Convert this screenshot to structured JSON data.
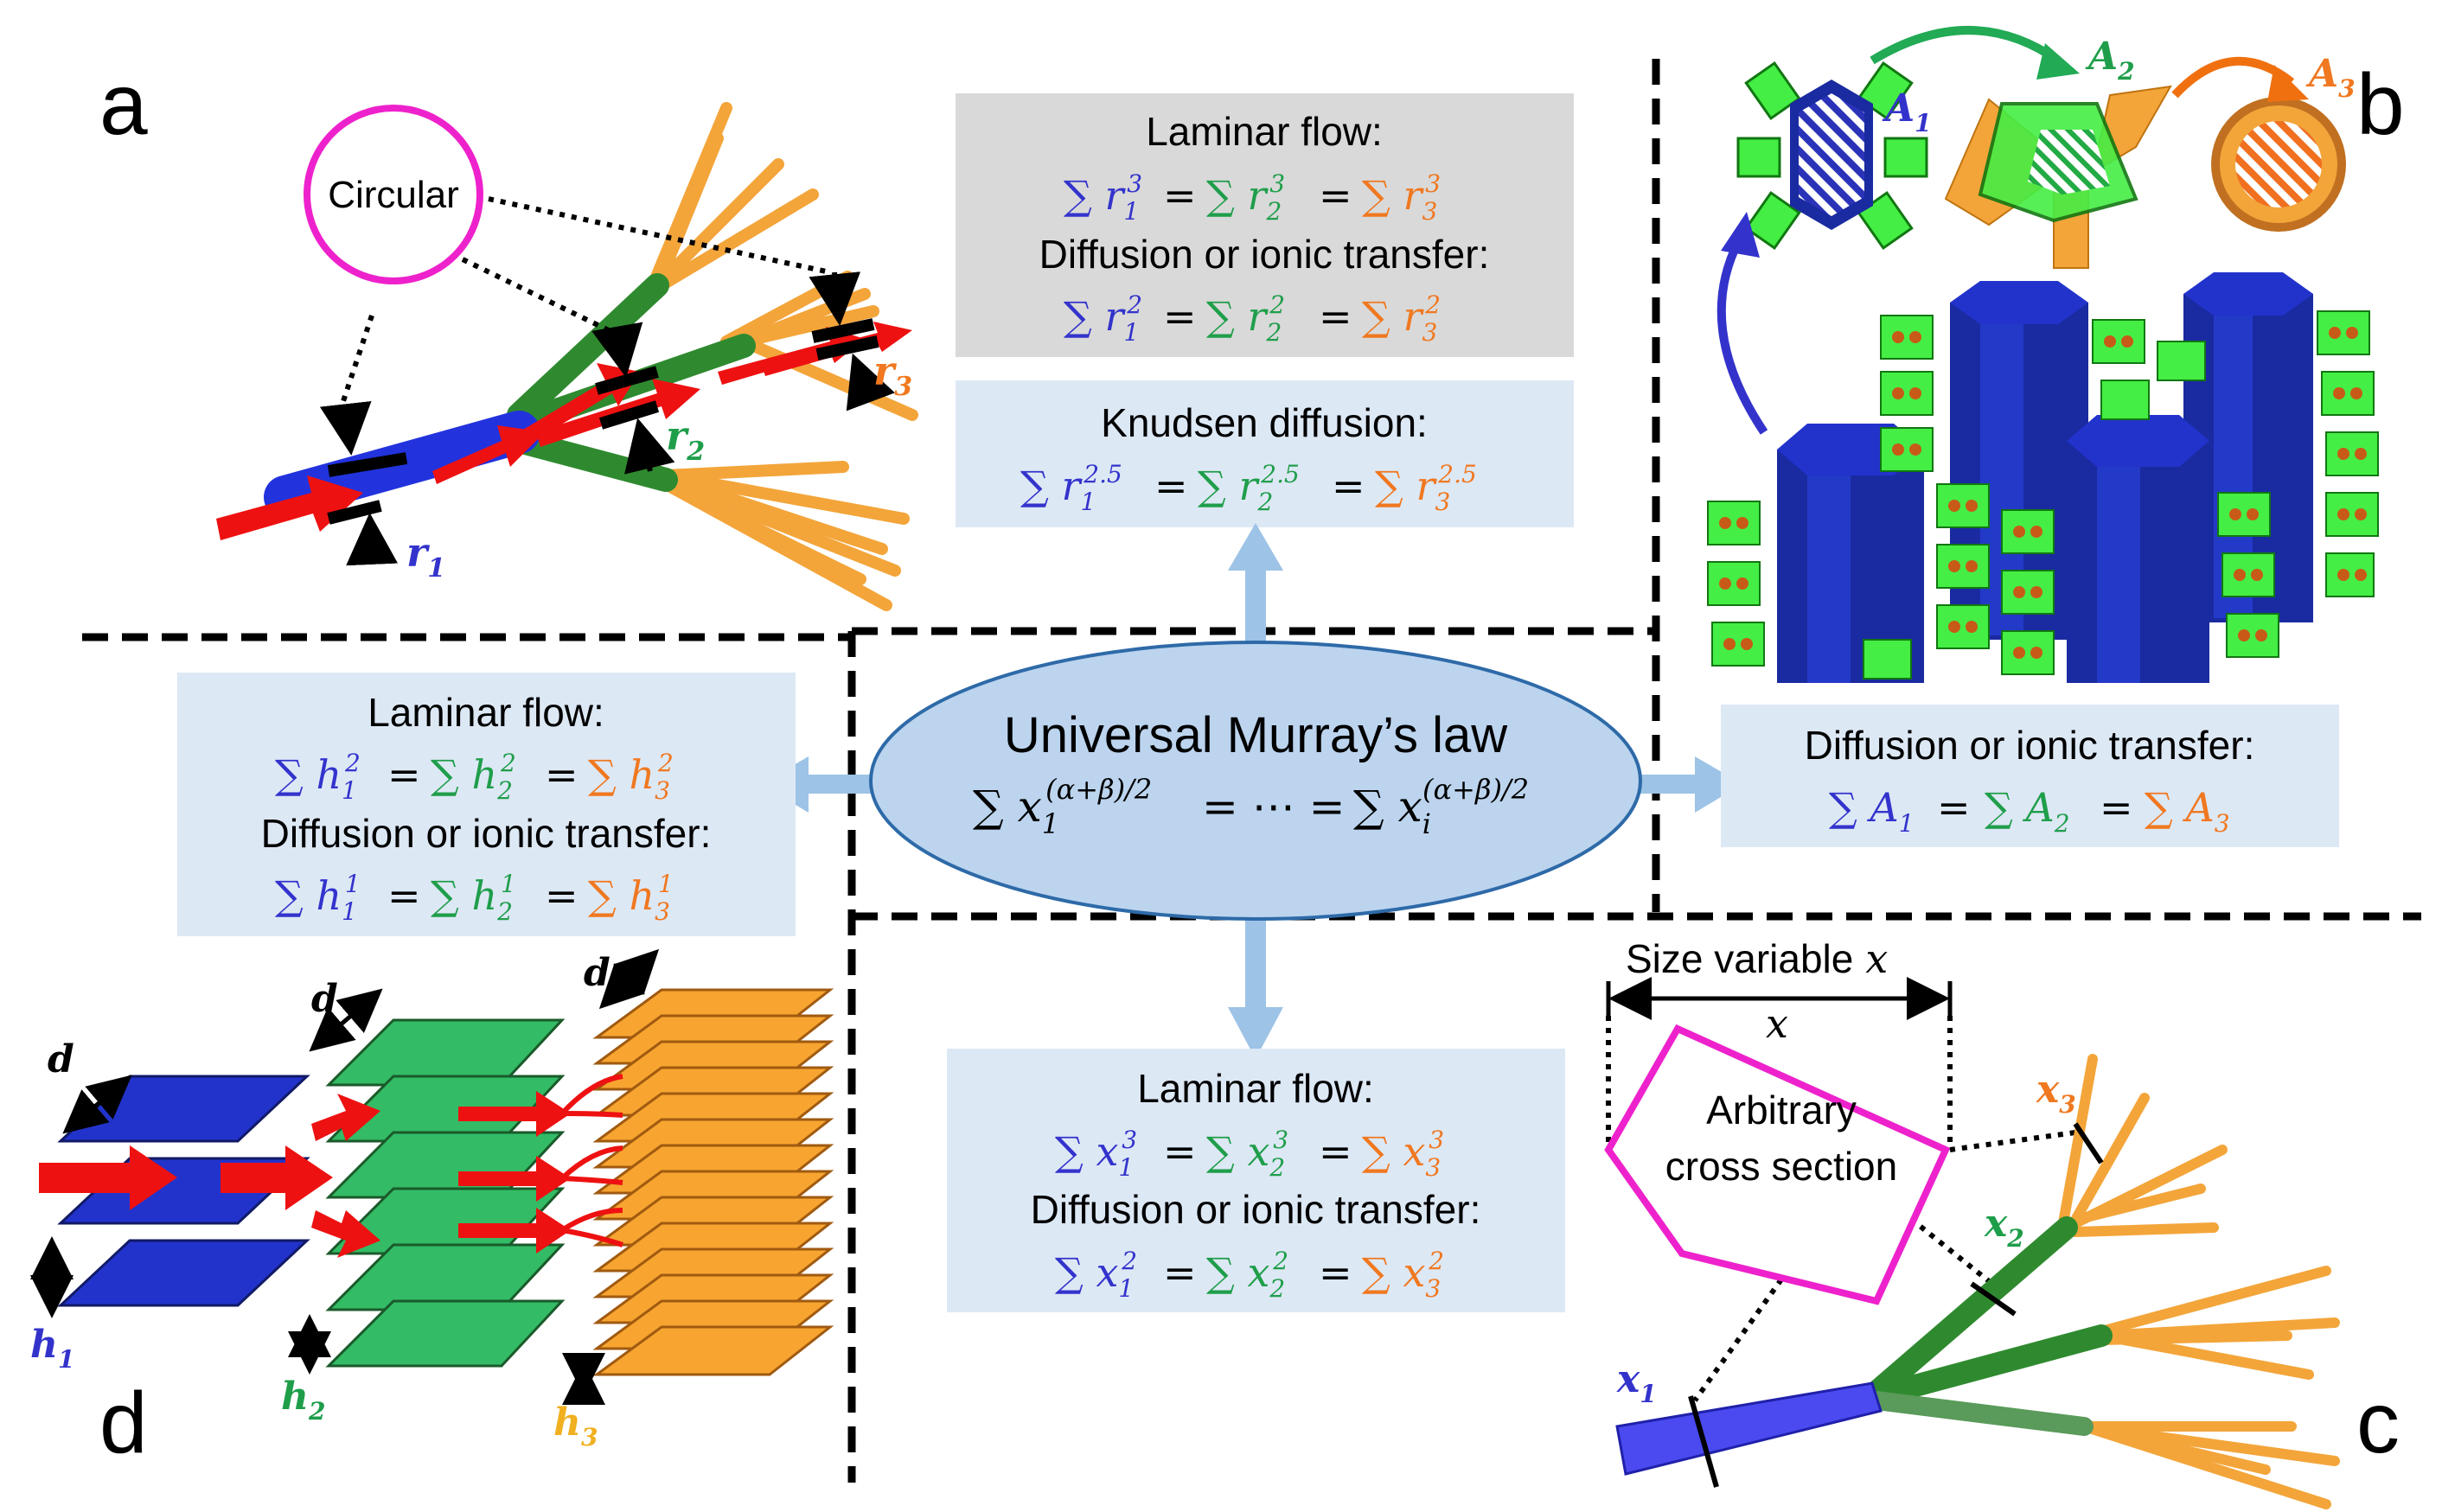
{
  "colors": {
    "c1": "#3333cc",
    "c2": "#1f9e4a",
    "c3": "#f07820",
    "c3_yellow": "#f0b020",
    "magenta": "#ee22cc",
    "box_gray": "#d9d9d9",
    "box_blue": "#dde8f5",
    "ellipse_fill": "#bcd4ee",
    "ellipse_stroke": "#2e6aa8",
    "arrow_blue": "#9dc3e6",
    "tube_orange": "#f3a53a",
    "tube_green": "#2f8a2f",
    "tube_blue": "#2233dd",
    "flow_red": "#ee1111",
    "plate_blue": "#2233cc",
    "plate_green": "#33bb66",
    "plate_orange": "#f7a530"
  },
  "panels": {
    "a": "a",
    "b": "b",
    "c": "c",
    "d": "d"
  },
  "panel_a": {
    "shape_label": "Circular",
    "r1": "r",
    "r2": "r",
    "r3": "r",
    "s1": "1",
    "s2": "2",
    "s3": "3"
  },
  "panel_b": {
    "A": "A",
    "s1": "1",
    "s2": "2",
    "s3": "3",
    "box": {
      "title": "Diffusion or ionic transfer:",
      "sum": "∑",
      "var": "A",
      "s1": "1",
      "s2": "2",
      "s3": "3",
      "eq": "="
    }
  },
  "panel_c": {
    "size_title": "Size variable",
    "size_var": "x",
    "x_label": "x",
    "shape_line1": "Arbitrary",
    "shape_line2": "cross section",
    "x": "x",
    "s1": "1",
    "s2": "2",
    "s3": "3"
  },
  "panel_d": {
    "d": "d",
    "h": "h",
    "s1": "1",
    "s2": "2",
    "s3": "3"
  },
  "center": {
    "title": "Universal Murray’s law",
    "sum": "∑",
    "var": "x",
    "exp": "(α+β)/2",
    "s1": "1",
    "si": "i",
    "middle": "= ⋯ ="
  },
  "box_top_gray": {
    "line1": "Laminar flow:",
    "line3": "Diffusion or ionic transfer:",
    "var": "r",
    "exp_a": "3",
    "exp_b": "2"
  },
  "box_top_blue": {
    "title": "Knudsen diffusion:",
    "var": "r",
    "exp": "2.5"
  },
  "box_left": {
    "line1": "Laminar flow:",
    "line3": "Diffusion or ionic transfer:",
    "var": "h",
    "exp_a": "2",
    "exp_b": "1"
  },
  "box_bottom": {
    "line1": "Laminar flow:",
    "line3": "Diffusion or ionic transfer:",
    "var": "x",
    "exp_a": "3",
    "exp_b": "2"
  }
}
